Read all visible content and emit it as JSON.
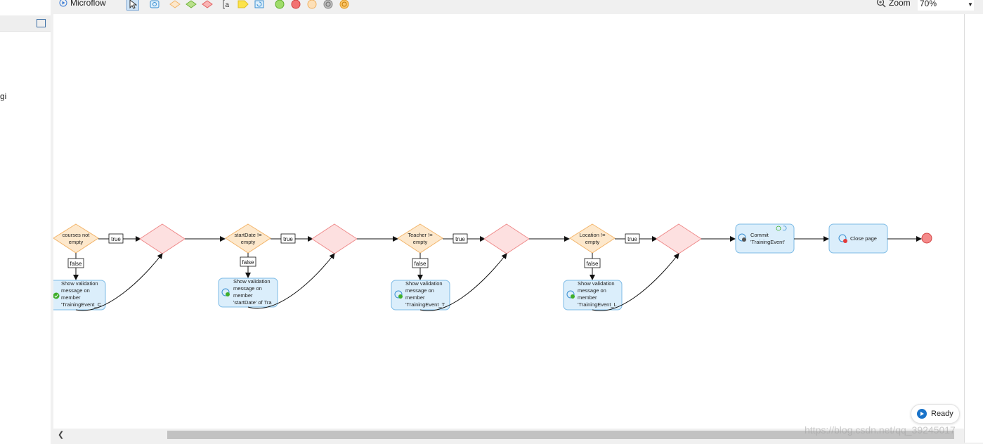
{
  "toolbar": {
    "title": "Microflow",
    "zoom_label": "Zoom",
    "zoom_value": "70%"
  },
  "left_panel": {
    "partial_text": "gi"
  },
  "flow": {
    "decisions": [
      {
        "line1": "courses not",
        "line2": "empty"
      },
      {
        "line1": "startDate !=",
        "line2": "empty"
      },
      {
        "line1": "Teacher !=",
        "line2": "empty"
      },
      {
        "line1": "Location !=",
        "line2": "empty"
      }
    ],
    "true_label": "true",
    "false_label": "false",
    "validations": [
      {
        "lines": [
          "Show validation",
          "message on",
          "member",
          "'TrainingEvent_C"
        ]
      },
      {
        "lines": [
          "Show validation",
          "message on",
          "member",
          "'startDate' of Tra"
        ]
      },
      {
        "lines": [
          "Show validation",
          "message on",
          "member",
          "'TrainingEvent_T"
        ]
      },
      {
        "lines": [
          "Show validation",
          "message on",
          "member",
          "'TrainingEvent_L"
        ]
      }
    ],
    "commit": {
      "line1": "Commit",
      "line2": "'TrainingEvent'"
    },
    "close": {
      "label": "Close page"
    }
  },
  "status": {
    "label": "Ready"
  },
  "watermark": "https://blog.csdn.net/qq_39245017",
  "colors": {
    "decision_fill": "#fde8cc",
    "decision_stroke": "#f2b56b",
    "merge_fill": "#fde0e0",
    "merge_stroke": "#ef8b8b",
    "activity_fill": "#dbeefb",
    "activity_stroke": "#7cbbe6",
    "end_fill": "#f58a8a"
  }
}
